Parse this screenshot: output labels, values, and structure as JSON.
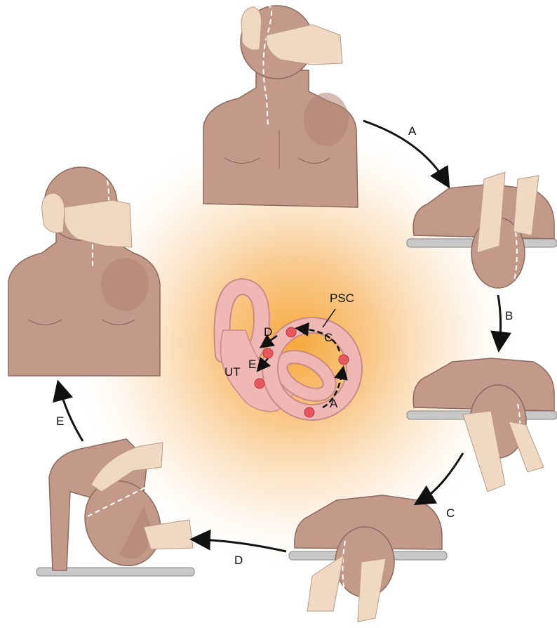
{
  "diagram": {
    "step_labels": [
      "A",
      "B",
      "C",
      "D",
      "E"
    ],
    "inner_ear": {
      "canal_label": "PSC",
      "utricle_label": "UT",
      "path_labels": [
        "A",
        "C",
        "D",
        "E"
      ]
    }
  },
  "colors": {
    "skin": "#c39a8a",
    "skin_shade": "#b08474",
    "outline": "#8c6a5e",
    "hand": "#f0d8c2",
    "ear_pink": "#f0b8b4",
    "otoconia": "#e8575e",
    "table": "#c8c8c8",
    "glow_center": "#f6a83a"
  }
}
